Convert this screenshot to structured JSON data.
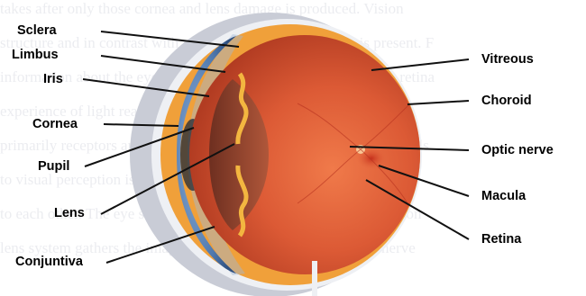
{
  "diagram": {
    "background_text": [
      "takes after only those cornea and lens damage is produced. Vision",
      "structure and in contrast with most of the light energy that is present. F",
      "information about the eye through the process of vision from the retina",
      "experience of light reaching the eye is focused onto photoreceptors",
      "primarily receptors are sensitive to light and the brain receives signals",
      "to visual perception is a complex process as well and consists",
      "to each other. The eye sees objects through light rays which focus on",
      "lens system gathers the image and transmits through the optic nerve"
    ],
    "labels_left": {
      "sclera": "Sclera",
      "limbus": "Limbus",
      "iris": "Iris",
      "cornea": "Cornea",
      "pupil": "Pupil",
      "lens": "Lens",
      "conjuntiva": "Conjuntiva"
    },
    "labels_right": {
      "vitreous": "Vitreous",
      "choroid": "Choroid",
      "optic_nerve": "Optic nerve",
      "macula": "Macula",
      "retina": "Retina"
    },
    "colors": {
      "vitreous": "#e0613a",
      "retina_rim": "#f0a03a",
      "sclera": "#eef0f4",
      "iris": "#5f86b8",
      "lens": "#9b4a32",
      "leader_line": "#111111"
    }
  }
}
